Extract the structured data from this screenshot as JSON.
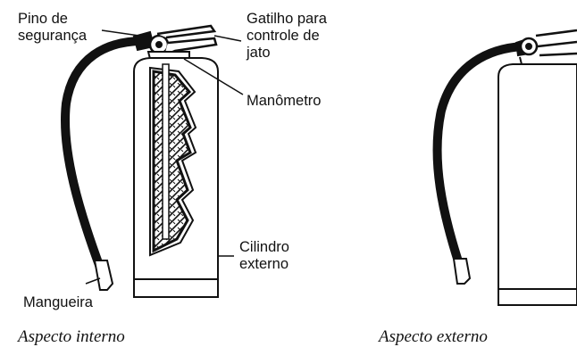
{
  "labels": {
    "pin": "Pino de\nsegurança",
    "trigger": "Gatilho para\ncontrole de\njato",
    "gauge": "Manômetro",
    "cylinder": "Cilindro\nexterno",
    "hose": "Mangueira"
  },
  "captions": {
    "internal": "Aspecto interno",
    "external": "Aspecto externo"
  },
  "colors": {
    "ink": "#111111",
    "background": "#ffffff"
  }
}
